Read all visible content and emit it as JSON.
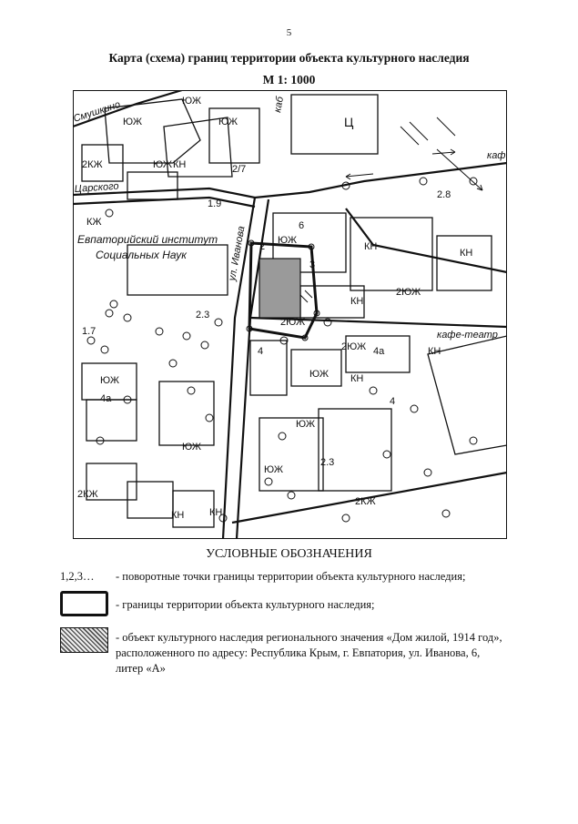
{
  "page_number": "5",
  "title": "Карта (схема) границ территории объекта культурного наследия",
  "scale": "М 1: 1000",
  "map": {
    "labels": {
      "c": "Ц",
      "kafe": "каб",
      "kafe2": "каф",
      "smushkina": "Смушкино",
      "tsarskogo": "Царского",
      "ivanova": "ул. Иванова",
      "institute1": "Евпаторийский институт",
      "institute2": "Социальных Наук",
      "kafe_teatr": "кафе-театр",
      "n28": "2.8",
      "n19": "1.9",
      "n23a": "2.3",
      "n17": "1.7",
      "n23b": "2.3",
      "n27": "2/7",
      "n6": "6",
      "n3": "3",
      "n2": "2",
      "n4a": "4а",
      "n4b": "4",
      "n4c": "4",
      "n4d": "4а",
      "kzh": "КЖ",
      "yuzh": "ЮЖ",
      "kn": "КН",
      "k2zh": "2КЖ",
      "y2zh": "2ЮЖ"
    }
  },
  "legend": {
    "title": "УСЛОВНЫЕ ОБОЗНАЧЕНИЯ",
    "item1_symbol": "1,2,3…",
    "item1_text": "- поворотные точки границы территории объекта культурного наследия;",
    "item2_text": "- границы территории объекта культурного наследия;",
    "item3_line1": "- объект культурного наследия регионального значения «Дом жилой, 1914 год»,",
    "item3_line2": "расположенного по адресу: Республика Крым, г. Евпатория, ул. Иванова, 6,",
    "item3_line3": "литер «А»"
  }
}
